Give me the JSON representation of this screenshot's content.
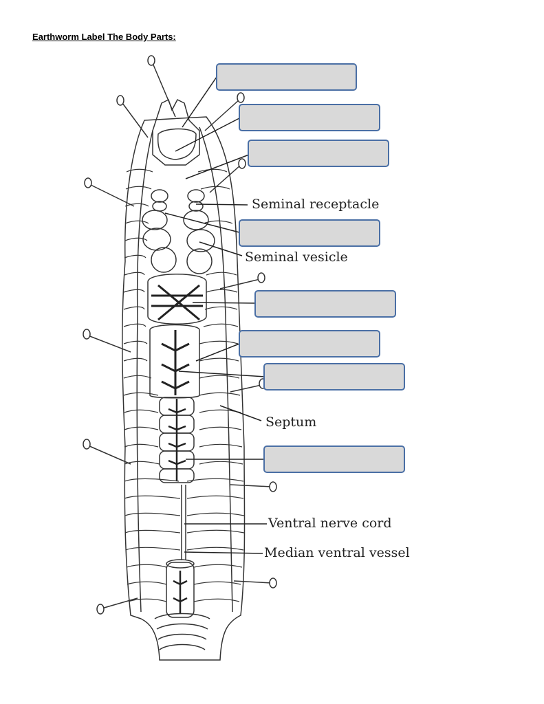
{
  "title": "Earthworm Label The Body Parts:",
  "labels": {
    "seminal_receptacle": "Seminal receptacle",
    "seminal_vesicle": "Seminal vesicle",
    "septum": "Septum",
    "ventral_nerve_cord": "Ventral nerve cord",
    "median_ventral_vessel": "Median ventral vessel"
  },
  "answer_boxes": [
    "",
    "",
    "",
    "",
    "",
    "",
    "",
    ""
  ],
  "colors": {
    "box_fill": "#d9d9d9",
    "box_border": "#4a6fa5",
    "ink": "#222222"
  }
}
